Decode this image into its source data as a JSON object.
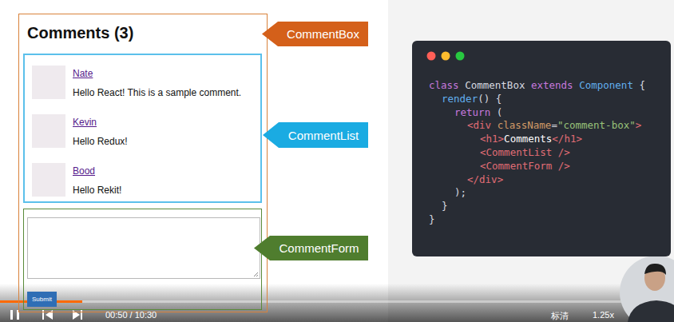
{
  "diagram": {
    "nodes": [
      {
        "text": [
          "Comments (3)"
        ]
      },
      {
        "text": [
          "Nate",
          "Hello React! This is a sample comment.",
          "Kevin",
          "Hello Redux!",
          "Bood",
          "Hello Rekit!"
        ],
        "in": 0
      },
      {
        "text": [
          "Submit"
        ],
        "in": 0
      },
      {
        "text": [
          "CommentBox"
        ]
      },
      {
        "text": [
          "CommentList"
        ]
      },
      {
        "text": [
          "CommentForm"
        ]
      },
      {
        "text": [
          "class CommentBox extends Component {",
          "render() {",
          "return (",
          "<div className=\"comment-box\">",
          "<h1>Comments</h1>",
          "<CommentList />",
          "<CommentForm />",
          "</div>",
          ");",
          "}",
          "}"
        ]
      }
    ],
    "labels": [
      "00:50 / 10:30",
      "标清",
      "1.25x"
    ]
  }
}
